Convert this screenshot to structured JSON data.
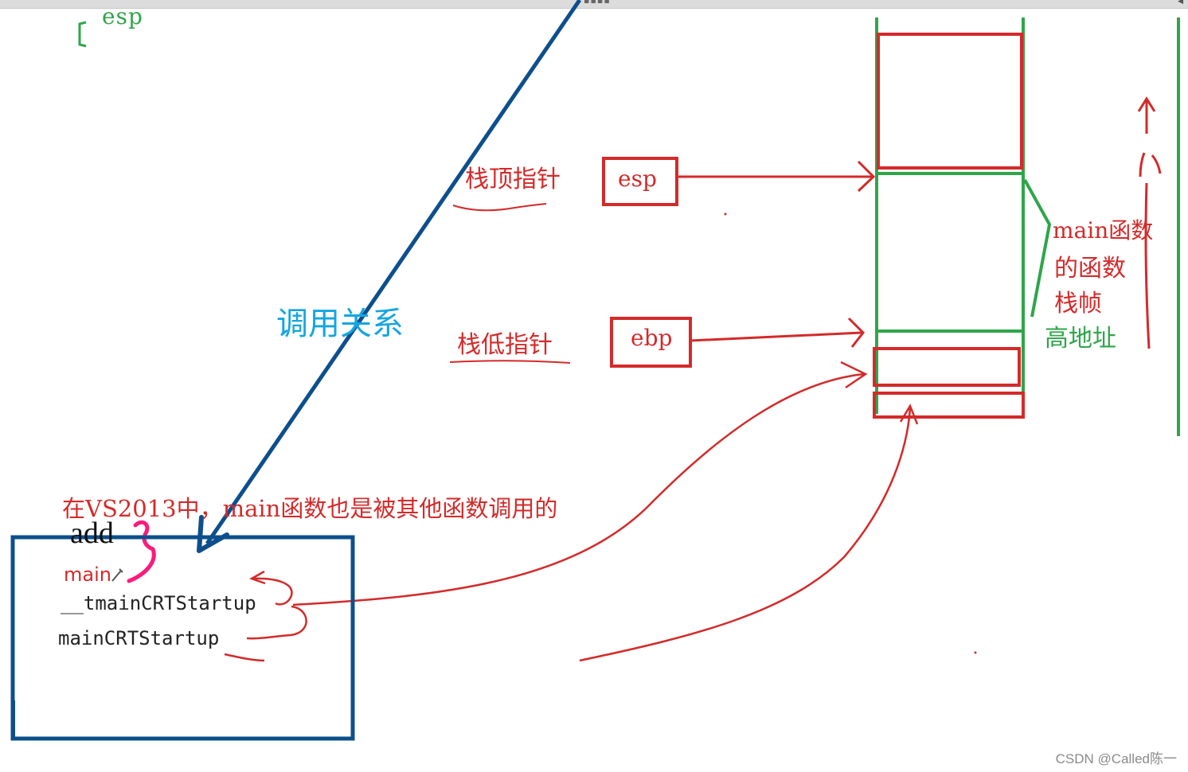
{
  "top_fragment": "esp",
  "stack_top_pointer": "栈顶指针",
  "esp_register": "esp",
  "stack_bottom_pointer": "栈低指针",
  "ebp_register": "ebp",
  "call_relation": "调用关系",
  "frame_label": {
    "line1": "main函数",
    "line2": "的函数",
    "line3": "栈帧"
  },
  "high_address": "高地址",
  "note": "在VS2013中，main函数也是被其他函数调用的",
  "call_stack": {
    "add": "add",
    "main": "main",
    "tmain": "__tmainCRTStartup",
    "maincrt": "mainCRTStartup"
  },
  "watermark": "CSDN @Called陈一",
  "colors": {
    "red": "#d42a2a",
    "green": "#2fa54a",
    "blue": "#0d4f8c",
    "cyan": "#13a6e0",
    "magenta": "#ff1a7a"
  }
}
